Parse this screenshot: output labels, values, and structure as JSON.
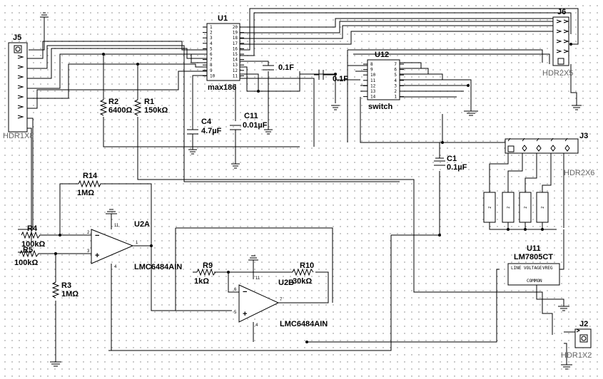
{
  "components": {
    "U1": {
      "ref": "U1",
      "value": "max186",
      "left_pins": [
        "1",
        "2",
        "3",
        "4",
        "5",
        "6",
        "7",
        "8",
        "9",
        "10"
      ],
      "right_pins": [
        "20",
        "19",
        "18",
        "17",
        "16",
        "15",
        "14",
        "13",
        "12",
        "11"
      ]
    },
    "U12": {
      "ref": "U12",
      "value": "switch",
      "left_pins": [
        "8",
        "9",
        "10",
        "11",
        "12",
        "13",
        "14"
      ],
      "right_pins": [
        "7",
        "6",
        "5",
        "4",
        "3",
        "2",
        "1"
      ]
    },
    "J5": {
      "ref": "J5",
      "value": "HDR1X8"
    },
    "J6": {
      "ref": "J6",
      "value": "HDR2X5"
    },
    "J3": {
      "ref": "J3",
      "value": "HDR2X6"
    },
    "J2": {
      "ref": "J2",
      "value": "HDR1X2"
    },
    "U11": {
      "ref": "U11",
      "value": "LM7805CT",
      "pin_in": "LINE VOLTAGE",
      "pin_out": "VREG",
      "pin_com": "COMMON"
    },
    "U2A": {
      "ref": "U2A",
      "value": "LMC6484AIN",
      "pin_vplus": "11",
      "pin_vminus": "4"
    },
    "U2B": {
      "ref": "U2B",
      "value": "LMC6484AIN",
      "pin_vplus": "11",
      "pin_vminus": "4"
    },
    "R1": {
      "ref": "R1",
      "value": "150kΩ"
    },
    "R2": {
      "ref": "R2",
      "value": "6400Ω"
    },
    "R3": {
      "ref": "R3",
      "value": "1MΩ"
    },
    "R4": {
      "ref": "R4",
      "value": "100kΩ"
    },
    "R5": {
      "ref": "R5",
      "value": "100kΩ"
    },
    "R9": {
      "ref": "R9",
      "value": "1kΩ"
    },
    "R10": {
      "ref": "R10",
      "value": "30kΩ"
    },
    "R14": {
      "ref": "R14",
      "value": "1MΩ"
    },
    "C1": {
      "ref": "C1",
      "value": "0.1µF"
    },
    "C4": {
      "ref": "C4",
      "value": "4.7µF"
    },
    "C11": {
      "ref": "C11",
      "value": "0.01µF"
    },
    "C_A": {
      "value": "0.1F"
    },
    "C_B": {
      "value": "0.1F"
    }
  },
  "relay_label": "z",
  "opamp_pins": {
    "minus": "−",
    "plus": "+",
    "in_minus_a": "2",
    "in_plus_a": "3",
    "out_a": "1",
    "in_minus_b": "6",
    "in_plus_b": "5",
    "out_b": "7"
  }
}
